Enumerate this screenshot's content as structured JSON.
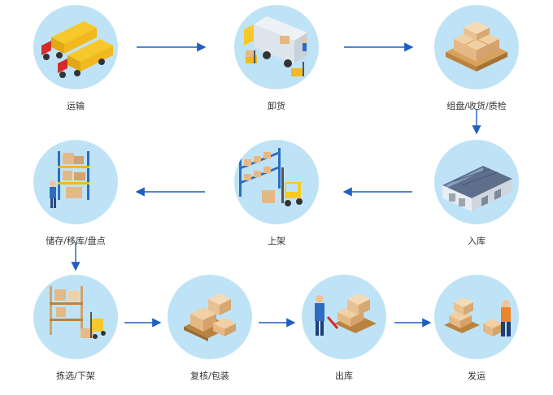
{
  "steps": [
    {
      "label": "运输",
      "icon": "trucks-icon"
    },
    {
      "label": "卸货",
      "icon": "truck-unloading-icon"
    },
    {
      "label": "组盘/收货/质检",
      "icon": "pallet-boxes-icon"
    },
    {
      "label": "入库",
      "icon": "warehouse-building-icon"
    },
    {
      "label": "上架",
      "icon": "forklift-shelving-icon"
    },
    {
      "label": "储存/移库/盘点",
      "icon": "storage-rack-worker-icon"
    },
    {
      "label": "拣选/下架",
      "icon": "picking-forklift-icon"
    },
    {
      "label": "复核/包装",
      "icon": "packing-boxes-icon"
    },
    {
      "label": "出库",
      "icon": "pallet-jack-worker-icon"
    },
    {
      "label": "发运",
      "icon": "worker-shipping-icon"
    }
  ]
}
